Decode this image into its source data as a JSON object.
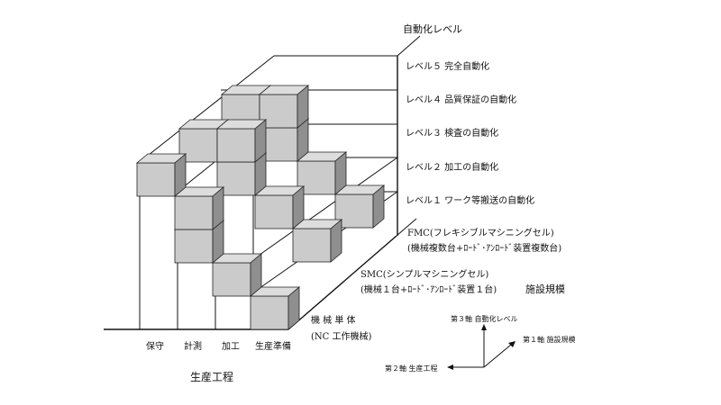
{
  "title": "自動化レベル",
  "levels": [
    "レベル５ 完全自動化",
    "レベル４ 品質保証の自動化",
    "レベル３ 検査の自動化",
    "レベル２ 加工の自動化",
    "レベル１ ワーク等搬送の自動化"
  ],
  "scale_labels": {
    "fmc_line1": "FMC(フレキシブルマシニングセル)",
    "fmc_line2": "(機械複数台+ﾛｰﾄﾞ･ｱﾝﾛｰﾄﾞ装置複数台)",
    "smc_line1": "SMC(シンプルマシニングセル)",
    "smc_line2": "(機械１台+ﾛｰﾄﾞ･ｱﾝﾛｰﾄﾞ装置１台)",
    "single_line1": "機 械 単 体",
    "single_line2": "(NC 工作機械)",
    "axis_name": "施設規模"
  },
  "processes": [
    "保守",
    "計測",
    "加工",
    "生産準備"
  ],
  "process_axis_name": "生産工程",
  "axes_legend": {
    "axis3": "第３軸 自動化レベル",
    "axis1": "第１軸 施設規模",
    "axis2": "第２軸 生産工程"
  },
  "cells": [
    {
      "process": 3,
      "scale": 0,
      "level": 1
    },
    {
      "process": 2,
      "scale": 0,
      "level": 2
    },
    {
      "process": 1,
      "scale": 0,
      "level": 3
    },
    {
      "process": 1,
      "scale": 0,
      "level": 4
    },
    {
      "process": 0,
      "scale": 0,
      "level": 5
    },
    {
      "process": 3,
      "scale": 1,
      "level": 2
    },
    {
      "process": 2,
      "scale": 1,
      "level": 3
    },
    {
      "process": 1,
      "scale": 1,
      "level": 4
    },
    {
      "process": 1,
      "scale": 1,
      "level": 5
    },
    {
      "process": 0,
      "scale": 1,
      "level": 5
    },
    {
      "process": 3,
      "scale": 2,
      "level": 2
    },
    {
      "process": 2,
      "scale": 2,
      "level": 3
    },
    {
      "process": 1,
      "scale": 2,
      "level": 4
    },
    {
      "process": 1,
      "scale": 2,
      "level": 5
    },
    {
      "process": 0,
      "scale": 2,
      "level": 5
    }
  ],
  "colors": {
    "line": "#111111",
    "cube_front": "#cbcbcb",
    "cube_top": "#dddddd",
    "cube_side": "#8f8f8f"
  }
}
